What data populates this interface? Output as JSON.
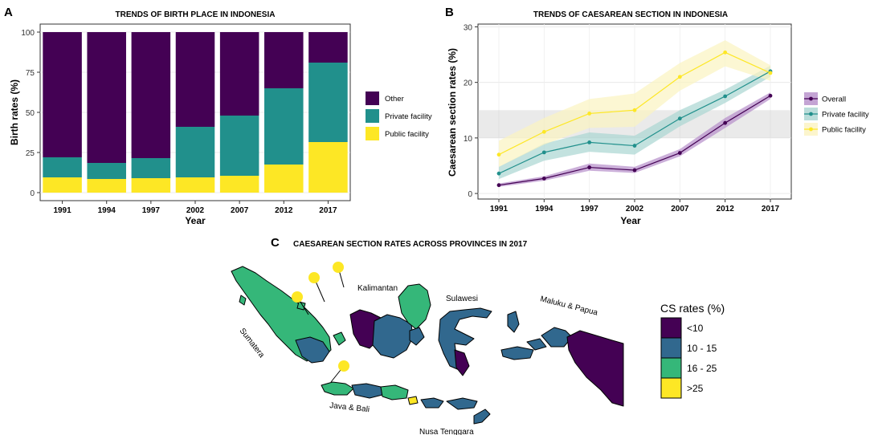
{
  "panels": {
    "a": {
      "letter": "A"
    },
    "b": {
      "letter": "B"
    },
    "c": {
      "letter": "C",
      "title": "CAESAREAN SECTION RATES ACROSS PROVINCES IN 2017"
    }
  },
  "chart_data": [
    {
      "type": "bar",
      "stacked": true,
      "title": "TRENDS OF BIRTH PLACE IN INDONESIA",
      "xlabel": "Year",
      "ylabel": "Birth rates (%)",
      "ylim": [
        0,
        100
      ],
      "yticks": [
        "0",
        "25",
        "50",
        "75",
        "100"
      ],
      "categories": [
        "1991",
        "1994",
        "1997",
        "2002",
        "2007",
        "2012",
        "2017"
      ],
      "series": [
        {
          "name": "Public facility",
          "color": "#FDE725",
          "values": [
            9.5,
            8.5,
            9,
            9.5,
            10.5,
            17.5,
            31.5
          ]
        },
        {
          "name": "Private facility",
          "color": "#21908C",
          "values": [
            12.5,
            10,
            12.5,
            31.5,
            37.5,
            47.5,
            49.5
          ]
        },
        {
          "name": "Other",
          "color": "#440154",
          "values": [
            78,
            81.5,
            78.5,
            59,
            52,
            35,
            19
          ]
        }
      ],
      "legend_order": [
        "Other",
        "Private facility",
        "Public facility"
      ],
      "legend_position": "right",
      "grid": true
    },
    {
      "type": "line",
      "title": "TRENDS OF CAESAREAN SECTION IN INDONESIA",
      "xlabel": "Year",
      "ylabel": "Caesarean section rates (%)",
      "ylim": [
        -1,
        30.5
      ],
      "yticks": [
        0,
        10,
        20,
        30
      ],
      "x": [
        "1991",
        "1994",
        "1997",
        "2002",
        "2007",
        "2012",
        "2017"
      ],
      "reference_band": [
        10,
        15
      ],
      "series": [
        {
          "name": "Overall",
          "color": "#440154",
          "band_color": "#B58DC9",
          "values": [
            1.5,
            2.7,
            4.7,
            4.2,
            7.3,
            12.7,
            17.6
          ],
          "lower": [
            1.2,
            2.3,
            4.1,
            3.7,
            6.7,
            11.8,
            17.0
          ],
          "upper": [
            1.8,
            3.1,
            5.4,
            4.8,
            8.0,
            13.6,
            18.2
          ]
        },
        {
          "name": "Private facility",
          "color": "#21908C",
          "band_color": "#A9D5D1",
          "values": [
            3.6,
            7.4,
            9.2,
            8.6,
            13.5,
            17.5,
            22.0
          ],
          "lower": [
            2.6,
            5.9,
            7.5,
            7.0,
            12.1,
            16.3,
            21.0
          ],
          "upper": [
            4.8,
            9.0,
            11.0,
            10.4,
            15.0,
            18.7,
            23.0
          ]
        },
        {
          "name": "Public facility",
          "color": "#FDE725",
          "band_color": "#FBF3C0",
          "values": [
            7.0,
            11.1,
            14.4,
            15.0,
            21.0,
            25.4,
            21.7
          ],
          "lower": [
            4.8,
            8.8,
            11.8,
            12.0,
            18.5,
            22.9,
            20.3
          ],
          "upper": [
            9.5,
            13.6,
            17.0,
            18.0,
            23.5,
            27.6,
            23.1
          ]
        }
      ],
      "legend_position": "right",
      "grid": true
    }
  ],
  "map": {
    "legend_title": "CS rates (%)",
    "legend_items": [
      {
        "label": "<10",
        "color": "#440154"
      },
      {
        "label": "10 - 15",
        "color": "#31688E"
      },
      {
        "label": "16 - 25",
        "color": "#35B779"
      },
      {
        "label": ">25",
        "color": "#FDE725"
      }
    ],
    "region_labels": {
      "sumatera": "Sumatera",
      "kalimantan": "Kalimantan",
      "sulawesi": "Sulawesi",
      "maluku": "Maluku & Papua",
      "java": "Java & Bali",
      "nusa": "Nusa Tenggara"
    }
  }
}
